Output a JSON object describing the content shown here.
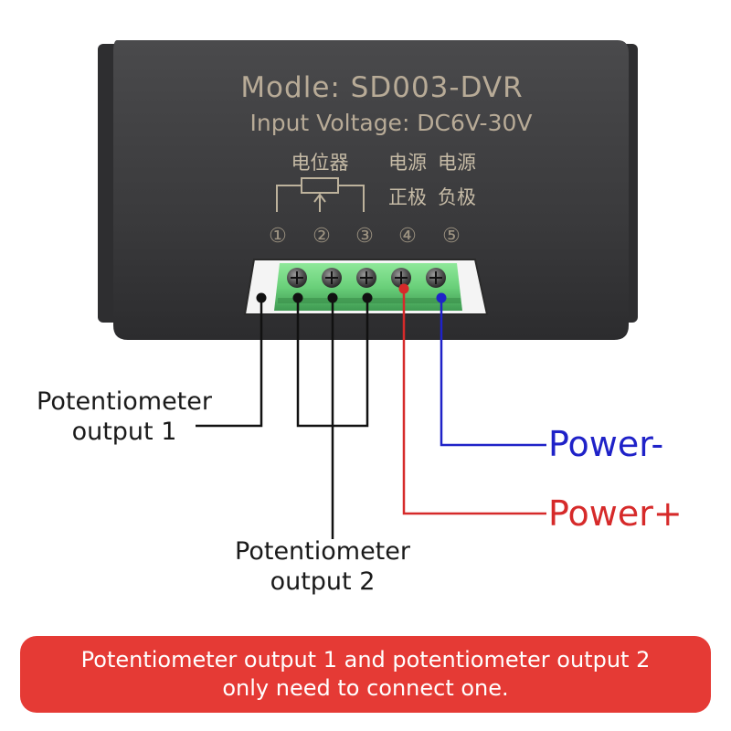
{
  "device": {
    "model_line": "Modle: SD003-DVR",
    "voltage_line": "Input Voltage: DC6V-30V",
    "potentiometer_cn": "电位器",
    "power_pos_cn_top": "电源",
    "power_pos_cn_bottom": "正极",
    "power_neg_cn_top": "电源",
    "power_neg_cn_bottom": "负极",
    "terminal_numbers": [
      "①",
      "②",
      "③",
      "④",
      "⑤"
    ]
  },
  "labels": {
    "pot1_line1": "Potentiometer",
    "pot1_line2": "output 1",
    "pot2_line1": "Potentiometer",
    "pot2_line2": "output 2",
    "power_minus": "Power-",
    "power_plus": "Power+"
  },
  "note": {
    "line1": "Potentiometer output 1 and potentiometer output 2",
    "line2": "only need to connect one."
  },
  "colors": {
    "power_minus": "#1f22c8",
    "power_plus": "#d62a2a",
    "banner": "#e53a35",
    "device_body": "#3c3c3e",
    "terminal_block": "#6fcf7a"
  }
}
